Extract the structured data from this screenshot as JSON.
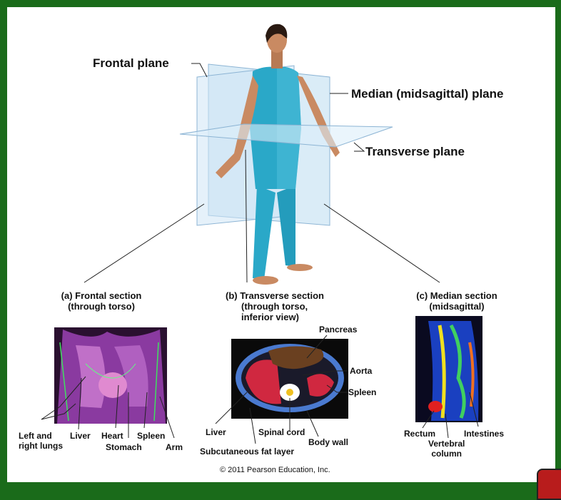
{
  "planes": {
    "frontal": "Frontal plane",
    "median": "Median (midsagittal) plane",
    "transverse": "Transverse plane"
  },
  "sections": {
    "a": {
      "title_1": "(a) Frontal section",
      "title_2": "(through torso)"
    },
    "b": {
      "title_1": "(b) Transverse section",
      "title_2": "(through torso,",
      "title_3": "inferior view)"
    },
    "c": {
      "title_1": "(c) Median section",
      "title_2": "(midsagittal)"
    }
  },
  "labels_a": {
    "lungs_1": "Left and",
    "lungs_2": "right lungs",
    "liver": "Liver",
    "heart": "Heart",
    "stomach": "Stomach",
    "spleen": "Spleen",
    "arm": "Arm"
  },
  "labels_b": {
    "pancreas": "Pancreas",
    "aorta": "Aorta",
    "spleen": "Spleen",
    "liver": "Liver",
    "spinal_cord": "Spinal cord",
    "body_wall": "Body wall",
    "fat": "Subcutaneous fat layer"
  },
  "labels_c": {
    "rectum": "Rectum",
    "vertebral_1": "Vertebral",
    "vertebral_2": "column",
    "intestines": "Intestines"
  },
  "copyright": "© 2011 Pearson Education, Inc.",
  "colors": {
    "frame": "#1a6b1a",
    "bodysuit": "#2aa8c8",
    "plane": "#bcdcf0",
    "skin": "#c98a62",
    "corner_tab": "#b81c1c"
  }
}
